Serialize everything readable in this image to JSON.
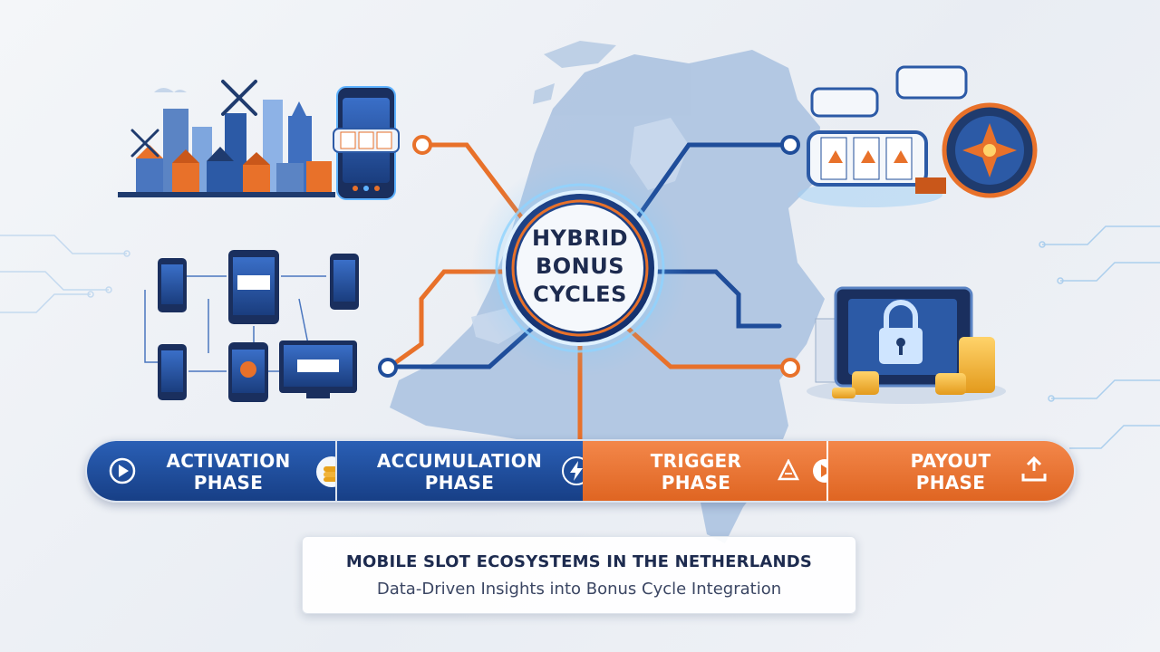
{
  "hub": {
    "line1": "HYBRID",
    "line2": "BONUS",
    "line3": "CYCLES"
  },
  "phases": [
    {
      "line1": "ACTIVATION",
      "line2": "PHASE",
      "color": "#1f4d9a",
      "icon": "play-icon"
    },
    {
      "line1": "ACCUMULATION",
      "line2": "PHASE",
      "color": "#1f4d9a",
      "icon": "lightning-icon"
    },
    {
      "line1": "TRIGGER",
      "line2": "PHASE",
      "color": "#e8712a",
      "icon": "play-icon"
    },
    {
      "line1": "PAYOUT",
      "line2": "PHASE",
      "color": "#e8712a",
      "icon": "upload-icon"
    }
  ],
  "caption": {
    "title": "MOBILE SLOT ECOSYSTEMS IN THE NETHERLANDS",
    "subtitle": "Data-Driven Insights into Bonus Cycle Integration"
  },
  "colors": {
    "navy": "#1f4d9a",
    "orange": "#e8712a",
    "map_blue": "#9fb8d8",
    "hub_dark": "#1b3a7a"
  },
  "icons": [
    "windmill-icon",
    "smartphone-slot-icon",
    "slot-reel-icon",
    "prize-wheel-icon",
    "vault-lock-icon",
    "coin-stack-icon",
    "network-devices-icon"
  ]
}
